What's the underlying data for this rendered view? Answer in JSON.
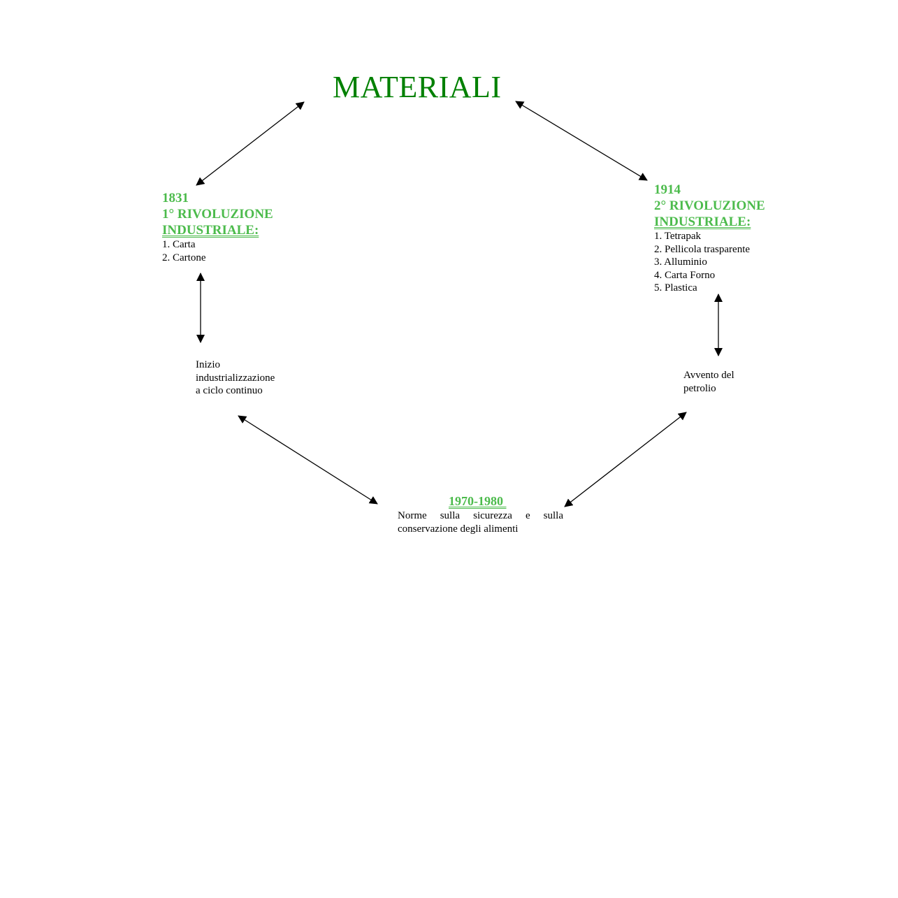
{
  "title": "MATERIALI",
  "nodes": {
    "first_revolution": {
      "year": "1831",
      "heading_line1": "1° RIVOLUZIONE",
      "heading_line2": "INDUSTRIALE:",
      "items": [
        "1. Carta",
        "2. Cartone"
      ]
    },
    "second_revolution": {
      "year": "1914",
      "heading_line1": "2° RIVOLUZIONE",
      "heading_line2": "INDUSTRIALE:",
      "items": [
        "1. Tetrapak",
        "2. Pellicola trasparente",
        "3. Alluminio",
        "4. Carta Forno",
        "5. Plastica"
      ]
    },
    "industrialization": {
      "lines": [
        "Inizio",
        "industrializzazione",
        "a ciclo continuo"
      ]
    },
    "oil": {
      "lines": [
        "Avvento del",
        "petrolio"
      ]
    },
    "regulations": {
      "period": "1970-1980 ",
      "text": "Norme sulla sicurezza e sulla conservazione degli alimenti"
    }
  },
  "colors": {
    "title": "#008000",
    "headings": "#4cbb4c",
    "arrows": "#000000"
  }
}
